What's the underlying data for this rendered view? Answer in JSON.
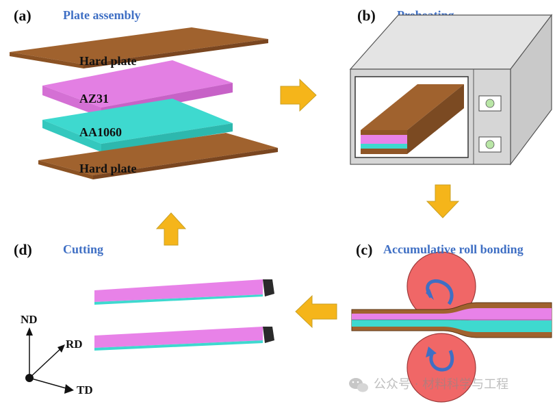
{
  "panels": {
    "a": {
      "letter": "(a)",
      "title": "Plate assembly"
    },
    "b": {
      "letter": "(b)",
      "title": "Preheating"
    },
    "c": {
      "letter": "(c)",
      "title": "Accumulative roll bonding"
    },
    "d": {
      "letter": "(d)",
      "title": "Cutting"
    }
  },
  "layers": {
    "top_hard": "Hard plate",
    "az31": "AZ31",
    "aa1060": "AA1060",
    "bottom_hard": "Hard plate"
  },
  "axes": {
    "nd": "ND",
    "rd": "RD",
    "td": "TD"
  },
  "watermark": {
    "text": "公众号 · 材料科学与工程"
  },
  "colors": {
    "hard_plate": "#a0622e",
    "az31": "#e882e8",
    "aa1060": "#3ed9cf",
    "roller": "#f06767",
    "arrow": "#f5b51a",
    "title_blue": "#3f6fc4",
    "furnace": "#dcdcdc"
  }
}
